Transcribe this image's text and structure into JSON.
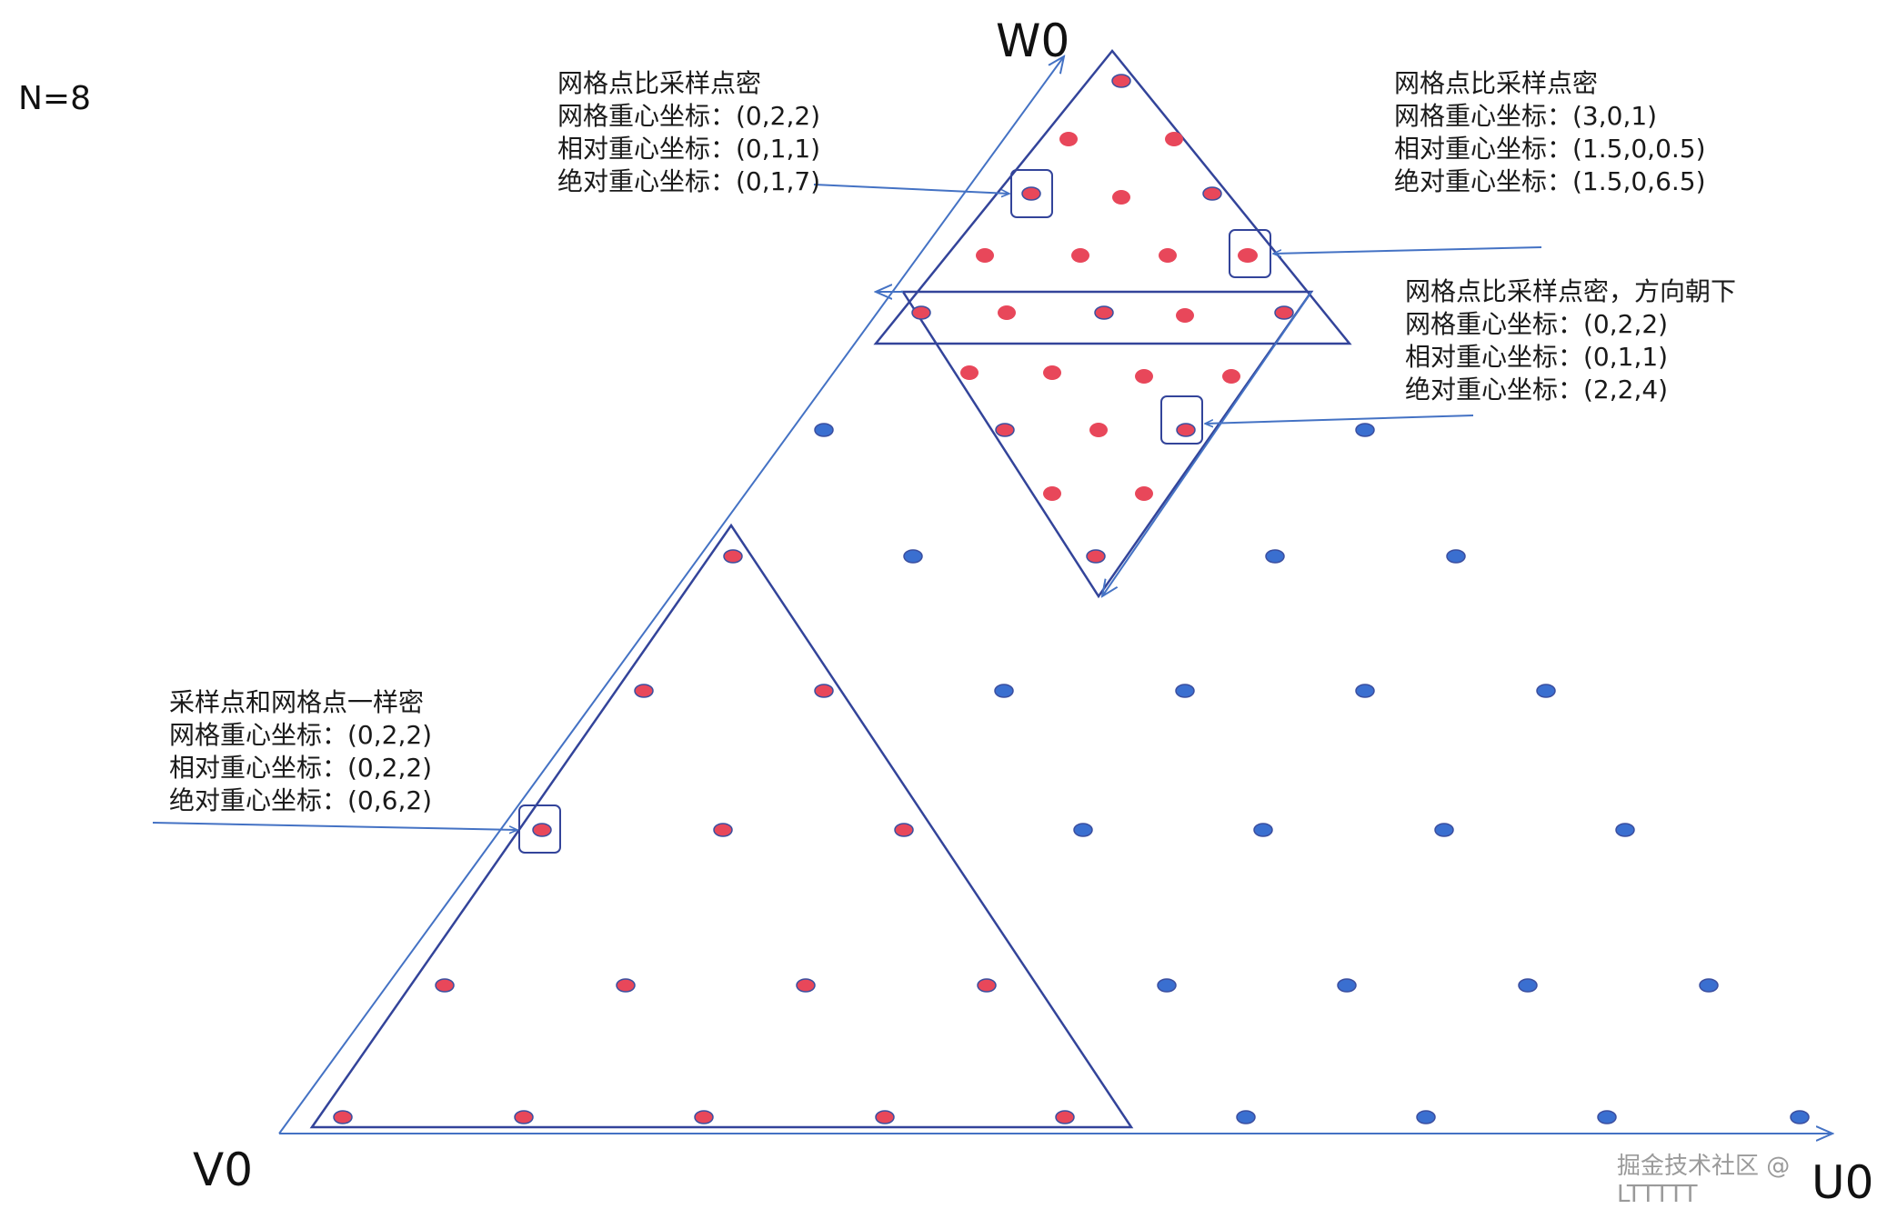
{
  "labels": {
    "n": "N=8",
    "w0": "W0",
    "v0": "V0",
    "u0": "U0",
    "watermark": "掘金技术社区 @ LTTTTT"
  },
  "annotations": {
    "top_left": {
      "title": "网格点比采样点密",
      "grid": "网格重心坐标：(0,2,2)",
      "relative": "相对重心坐标：(0,1,1)",
      "absolute": "绝对重心坐标：(0,1,7)"
    },
    "top_right": {
      "title": "网格点比采样点密",
      "grid": "网格重心坐标：(3,0,1)",
      "relative": "相对重心坐标：(1.5,0,0.5)",
      "absolute": "绝对重心坐标：(1.5,0,6.5)"
    },
    "mid_right": {
      "title": "网格点比采样点密，方向朝下",
      "grid": "网格重心坐标：(0,2,2)",
      "relative": "相对重心坐标：(0,1,1)",
      "absolute": "绝对重心坐标：(2,2,4)"
    },
    "bottom_left": {
      "title": "采样点和网格点一样密",
      "grid": "网格重心坐标：(0,2,2)",
      "relative": "相对重心坐标：(0,2,2)",
      "absolute": "绝对重心坐标：(0,6,2)"
    }
  },
  "colors": {
    "line": "#4472c4",
    "red_point": "#e8475a",
    "blue_point": "#3a6fd0",
    "point_outline": "#3b4fa0"
  }
}
